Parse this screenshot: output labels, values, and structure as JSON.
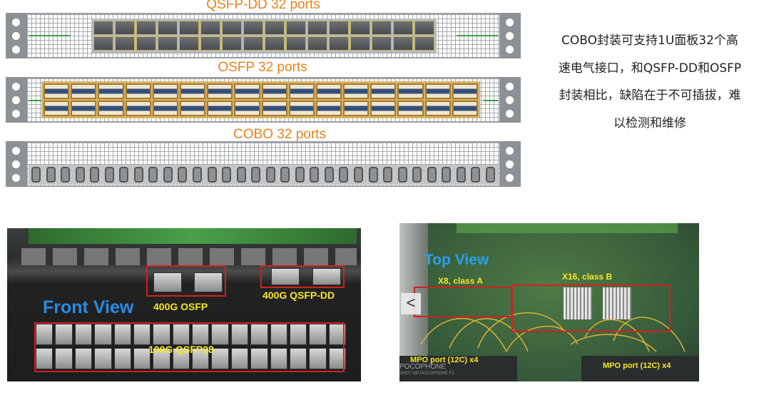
{
  "diagram": {
    "qsfpdd_title": "QSFP-DD 32 ports",
    "osfp_title": "OSFP 32 ports",
    "cobo_title": "COBO 32 ports"
  },
  "description": {
    "lines": [
      "COBO封装可支持1U面板32个高",
      "速电气接口，和QSFP-DD和OSFP",
      "封装相比，缺陷在于不可插拔，难",
      "以检测和维修"
    ]
  },
  "front_photo": {
    "title": "Front View",
    "label_osfp": "400G OSFP",
    "label_qsfpdd": "400G QSFP-DD",
    "label_qsfp28": "100G QSFP28"
  },
  "top_photo": {
    "title": "Top View",
    "label_x8": "X8, class A",
    "label_x16": "X16, class B",
    "label_mpo_left": "MPO port (12C) x4",
    "label_mpo_right": "MPO port (12C) x4",
    "watermark": "POCOPHONE",
    "watermark_sub": "SHOT ON POCOPHONE F1",
    "back_arrow": "<"
  },
  "colors": {
    "title_orange": "#e8821e",
    "view_blue": "#2a8be0",
    "label_yellow": "#f5e62a",
    "box_red": "#d42020"
  }
}
